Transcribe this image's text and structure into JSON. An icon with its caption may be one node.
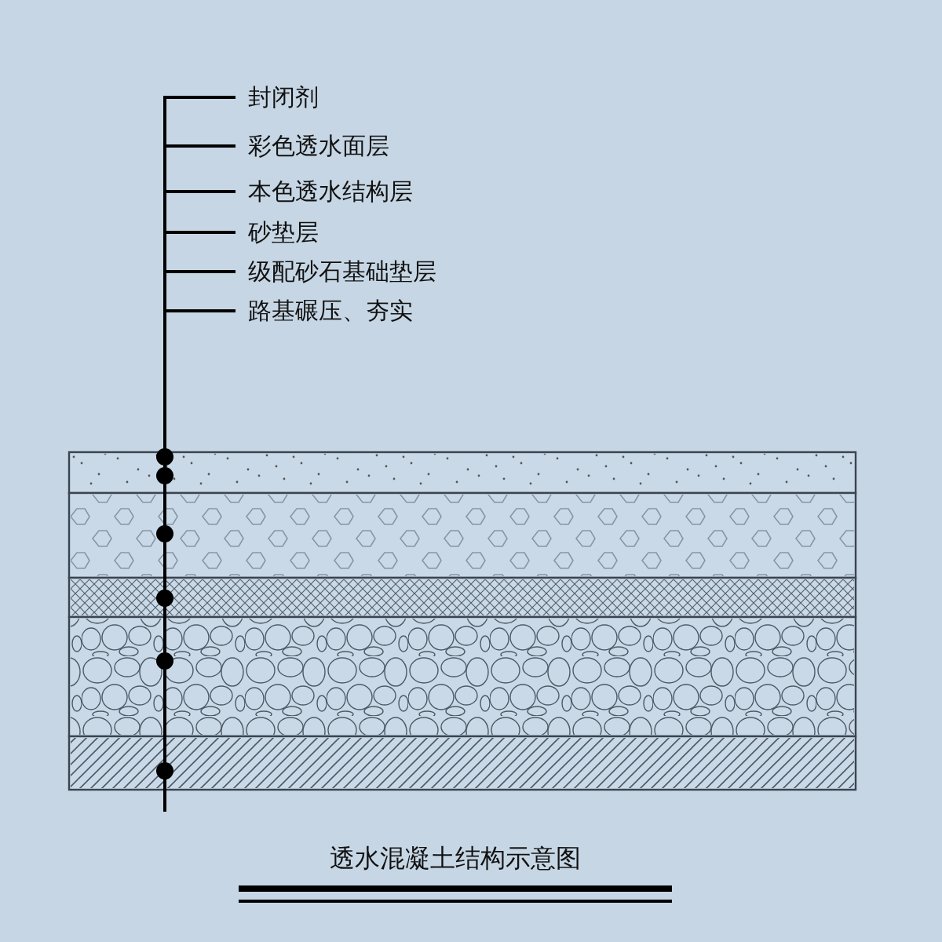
{
  "diagram": {
    "caption": "透水混凝土结构示意图",
    "nodes": [
      {
        "text": [
          "封闭剂"
        ]
      },
      {
        "text": [
          "彩色透水面层"
        ]
      },
      {
        "text": [
          "本色透水结构层"
        ]
      },
      {
        "text": [
          "砂垫层"
        ]
      },
      {
        "text": [
          "级配砂石基础垫层"
        ]
      },
      {
        "text": [
          "路基碾压、夯实"
        ]
      },
      {
        "text": [],
        "shape": "bar"
      },
      {
        "text": [],
        "shape": "bar"
      },
      {
        "text": [],
        "shape": "bar"
      },
      {
        "text": [],
        "shape": "bar"
      },
      {
        "text": [],
        "shape": "bar"
      }
    ],
    "edges": [
      {
        "from": 0,
        "to": 6,
        "arrow": "other"
      },
      {
        "from": 1,
        "to": 6,
        "arrow": "other"
      },
      {
        "from": 2,
        "to": 7,
        "arrow": "other"
      },
      {
        "from": 3,
        "to": 8,
        "arrow": "other"
      },
      {
        "from": 4,
        "to": 9,
        "arrow": "other"
      },
      {
        "from": 5,
        "to": 10,
        "arrow": "other"
      }
    ]
  }
}
